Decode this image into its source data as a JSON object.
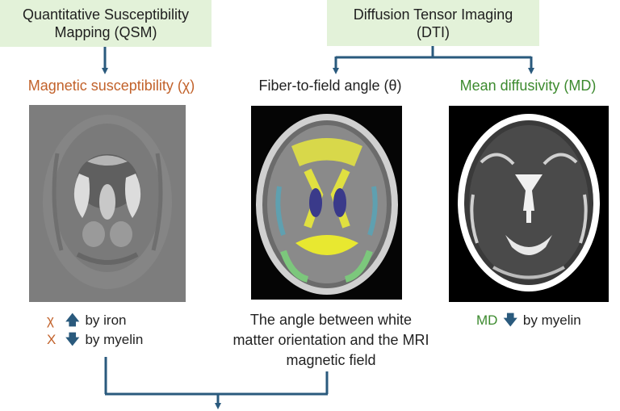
{
  "boxes": {
    "qsm": {
      "line1": "Quantitative Susceptibility",
      "line2": "Mapping (QSM)"
    },
    "dti": {
      "line1": "Diffusion Tensor Imaging",
      "line2": "(DTI)"
    }
  },
  "measures": {
    "susceptibility": "Magnetic susceptibility (χ)",
    "angle": "Fiber-to-field angle (θ)",
    "md": "Mean diffusivity (MD)"
  },
  "notes": {
    "iron": {
      "symbol": "χ",
      "arrow": "up-arrow-icon",
      "text": "by iron"
    },
    "myelin": {
      "symbol": "X",
      "arrow": "down-arrow-icon",
      "text": "by myelin"
    },
    "angle_description": "The angle between white matter orientation and the MRI magnetic field",
    "md": {
      "symbol": "MD",
      "arrow": "down-arrow-icon",
      "text": "by myelin"
    }
  },
  "colors": {
    "box_fill": "#e3f2d9",
    "connector": "#2a5a7d",
    "susceptibility_text": "#c2622b",
    "md_text": "#3c8a2e"
  }
}
